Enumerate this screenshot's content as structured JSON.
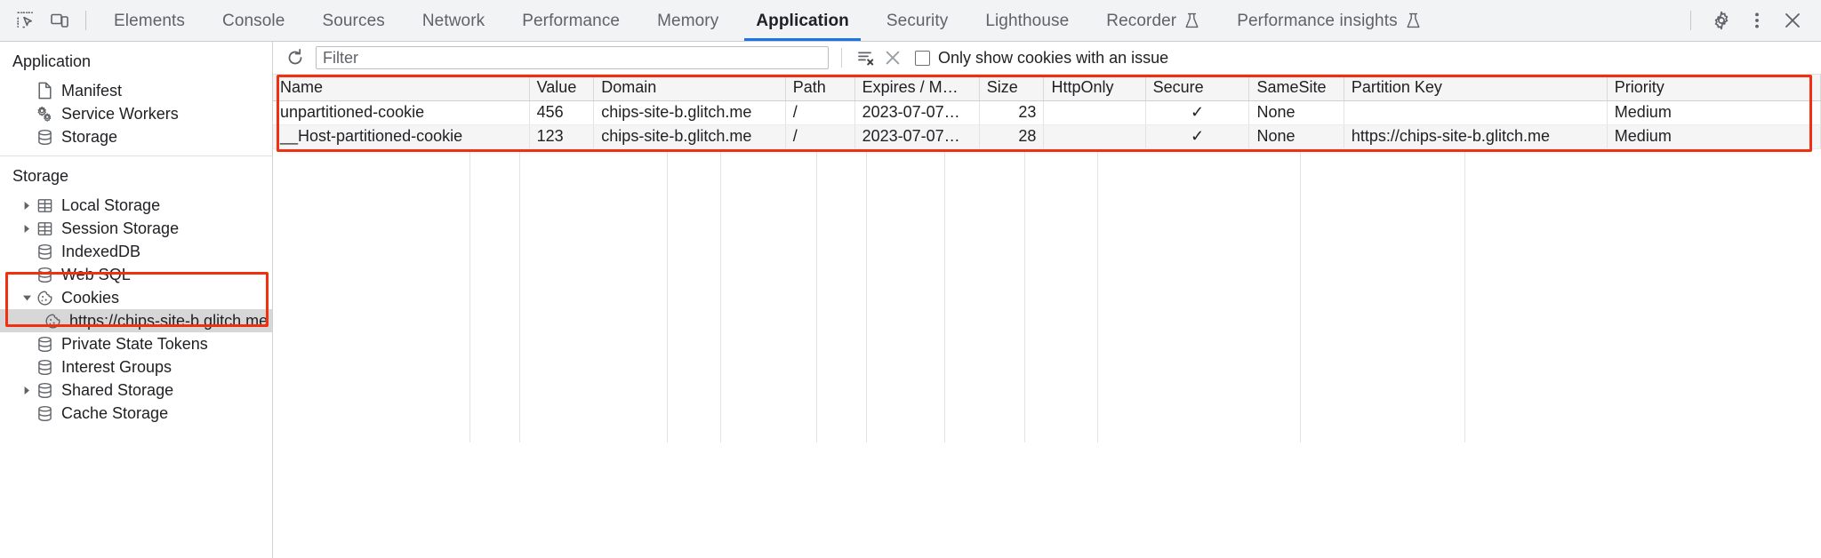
{
  "tabbar": {
    "inspect_icon": "inspect-element-icon",
    "device_icon": "device-toolbar-icon",
    "tabs": [
      {
        "label": "Elements",
        "active": false,
        "experimental": false
      },
      {
        "label": "Console",
        "active": false,
        "experimental": false
      },
      {
        "label": "Sources",
        "active": false,
        "experimental": false
      },
      {
        "label": "Network",
        "active": false,
        "experimental": false
      },
      {
        "label": "Performance",
        "active": false,
        "experimental": false
      },
      {
        "label": "Memory",
        "active": false,
        "experimental": false
      },
      {
        "label": "Application",
        "active": true,
        "experimental": false
      },
      {
        "label": "Security",
        "active": false,
        "experimental": false
      },
      {
        "label": "Lighthouse",
        "active": false,
        "experimental": false
      },
      {
        "label": "Recorder",
        "active": false,
        "experimental": true
      },
      {
        "label": "Performance insights",
        "active": false,
        "experimental": true
      }
    ],
    "settings_icon": "gear-icon",
    "more_icon": "kebab-menu-icon",
    "close_icon": "close-icon",
    "active_tab_accent": "#1a73e8"
  },
  "sidebar": {
    "sections": [
      {
        "title": "Application",
        "items": [
          {
            "label": "Manifest",
            "icon": "document-icon",
            "indent": 1,
            "triangle": "none",
            "selected": false
          },
          {
            "label": "Service Workers",
            "icon": "gears-icon",
            "indent": 1,
            "triangle": "none",
            "selected": false
          },
          {
            "label": "Storage",
            "icon": "database-icon",
            "indent": 1,
            "triangle": "none",
            "selected": false
          }
        ]
      },
      {
        "title": "Storage",
        "items": [
          {
            "label": "Local Storage",
            "icon": "table-grid-icon",
            "indent": 1,
            "triangle": "collapsed",
            "selected": false
          },
          {
            "label": "Session Storage",
            "icon": "table-grid-icon",
            "indent": 1,
            "triangle": "collapsed",
            "selected": false
          },
          {
            "label": "IndexedDB",
            "icon": "database-icon",
            "indent": 1,
            "triangle": "none",
            "selected": false
          },
          {
            "label": "Web SQL",
            "icon": "database-icon",
            "indent": 1,
            "triangle": "none",
            "selected": false
          },
          {
            "label": "Cookies",
            "icon": "cookie-icon",
            "indent": 1,
            "triangle": "expanded",
            "selected": false
          },
          {
            "label": "https://chips-site-b.glitch.me",
            "icon": "cookie-icon",
            "indent": 2,
            "triangle": "none",
            "selected": true
          },
          {
            "label": "Private State Tokens",
            "icon": "database-icon",
            "indent": 1,
            "triangle": "none",
            "selected": false
          },
          {
            "label": "Interest Groups",
            "icon": "database-icon",
            "indent": 1,
            "triangle": "none",
            "selected": false
          },
          {
            "label": "Shared Storage",
            "icon": "database-icon",
            "indent": 1,
            "triangle": "collapsed",
            "selected": false
          },
          {
            "label": "Cache Storage",
            "icon": "database-icon",
            "indent": 1,
            "triangle": "none",
            "selected": false
          }
        ]
      }
    ]
  },
  "filterbar": {
    "refresh_icon": "refresh-icon",
    "filter_placeholder": "Filter",
    "filter_value": "",
    "clear_filter_icon": "clear-filter-icon",
    "clear_all_icon": "close-x-icon",
    "checkbox_label": "Only show cookies with an issue",
    "checkbox_checked": false
  },
  "table": {
    "columns": [
      "Name",
      "Value",
      "Domain",
      "Path",
      "Expires / M…",
      "Size",
      "HttpOnly",
      "Secure",
      "SameSite",
      "Partition Key",
      "Priority"
    ],
    "rows": [
      {
        "Name": "unpartitioned-cookie",
        "Value": "456",
        "Domain": "chips-site-b.glitch.me",
        "Path": "/",
        "Expires / M…": "2023-07-07…",
        "Size": "23",
        "HttpOnly": "",
        "Secure": "✓",
        "SameSite": "None",
        "Partition Key": "",
        "Priority": "Medium"
      },
      {
        "Name": "__Host-partitioned-cookie",
        "Value": "123",
        "Domain": "chips-site-b.glitch.me",
        "Path": "/",
        "Expires / M…": "2023-07-07…",
        "Size": "28",
        "HttpOnly": "",
        "Secure": "✓",
        "SameSite": "None",
        "Partition Key": "https://chips-site-b.glitch.me",
        "Priority": "Medium"
      }
    ]
  },
  "annotations": {
    "highlight_color": "#f03010",
    "regions": [
      "cookies-tree-group",
      "cookies-table"
    ]
  }
}
